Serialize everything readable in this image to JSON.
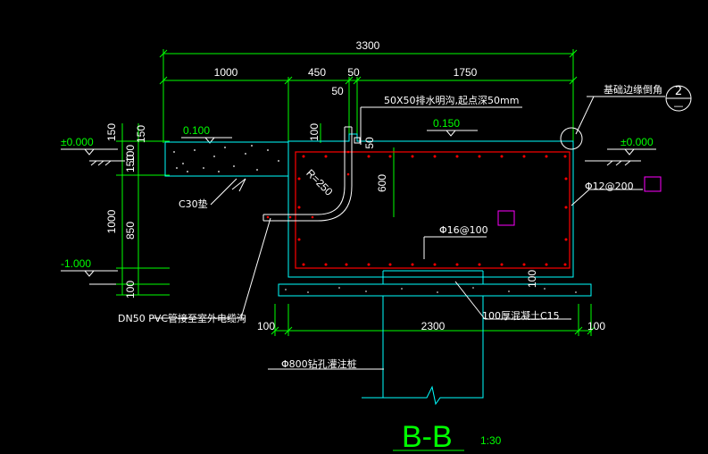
{
  "dims": {
    "total": "3300",
    "seg1": "1000",
    "seg2": "450",
    "seg3": "50",
    "seg4": "1750",
    "small50": "50",
    "left_150a": "150",
    "left_150b": "150",
    "left_100": "100",
    "left_1000": "1000",
    "left_850": "850",
    "left_100b": "100",
    "top100": "100",
    "h600": "600",
    "small50b": "50",
    "bottom_100a": "100",
    "bottom_2300": "2300",
    "bottom_100b": "100",
    "r_label": "R=250"
  },
  "levels": {
    "left_zero": "±0.000",
    "right_zero": "±0.000",
    "slab_top": "0.100",
    "box_top": "0.150",
    "minus1000": "-1.000"
  },
  "annotations": {
    "drain_slot": "50X50排水明沟,起点深50mm",
    "edge_detail": "基础边缘倒角",
    "rebar_12": "Φ12@200",
    "rebar_16": "Φ16@100",
    "c30": "C30垫",
    "pvc_pipe": "DN50 PVC管接至室外电缆沟",
    "concrete_c15": "100厚混凝土C15",
    "pile": "Φ800钻孔灌注桩",
    "detail_num": "2",
    "detail_sheet": "—"
  },
  "title": {
    "main": "B-B",
    "scale": "1:30"
  },
  "colors": {
    "structure": "#00ffff",
    "rebar": "#ff0000",
    "text": "#ffffff",
    "dimension": "#00ff00",
    "magenta": "#ff00ff"
  }
}
